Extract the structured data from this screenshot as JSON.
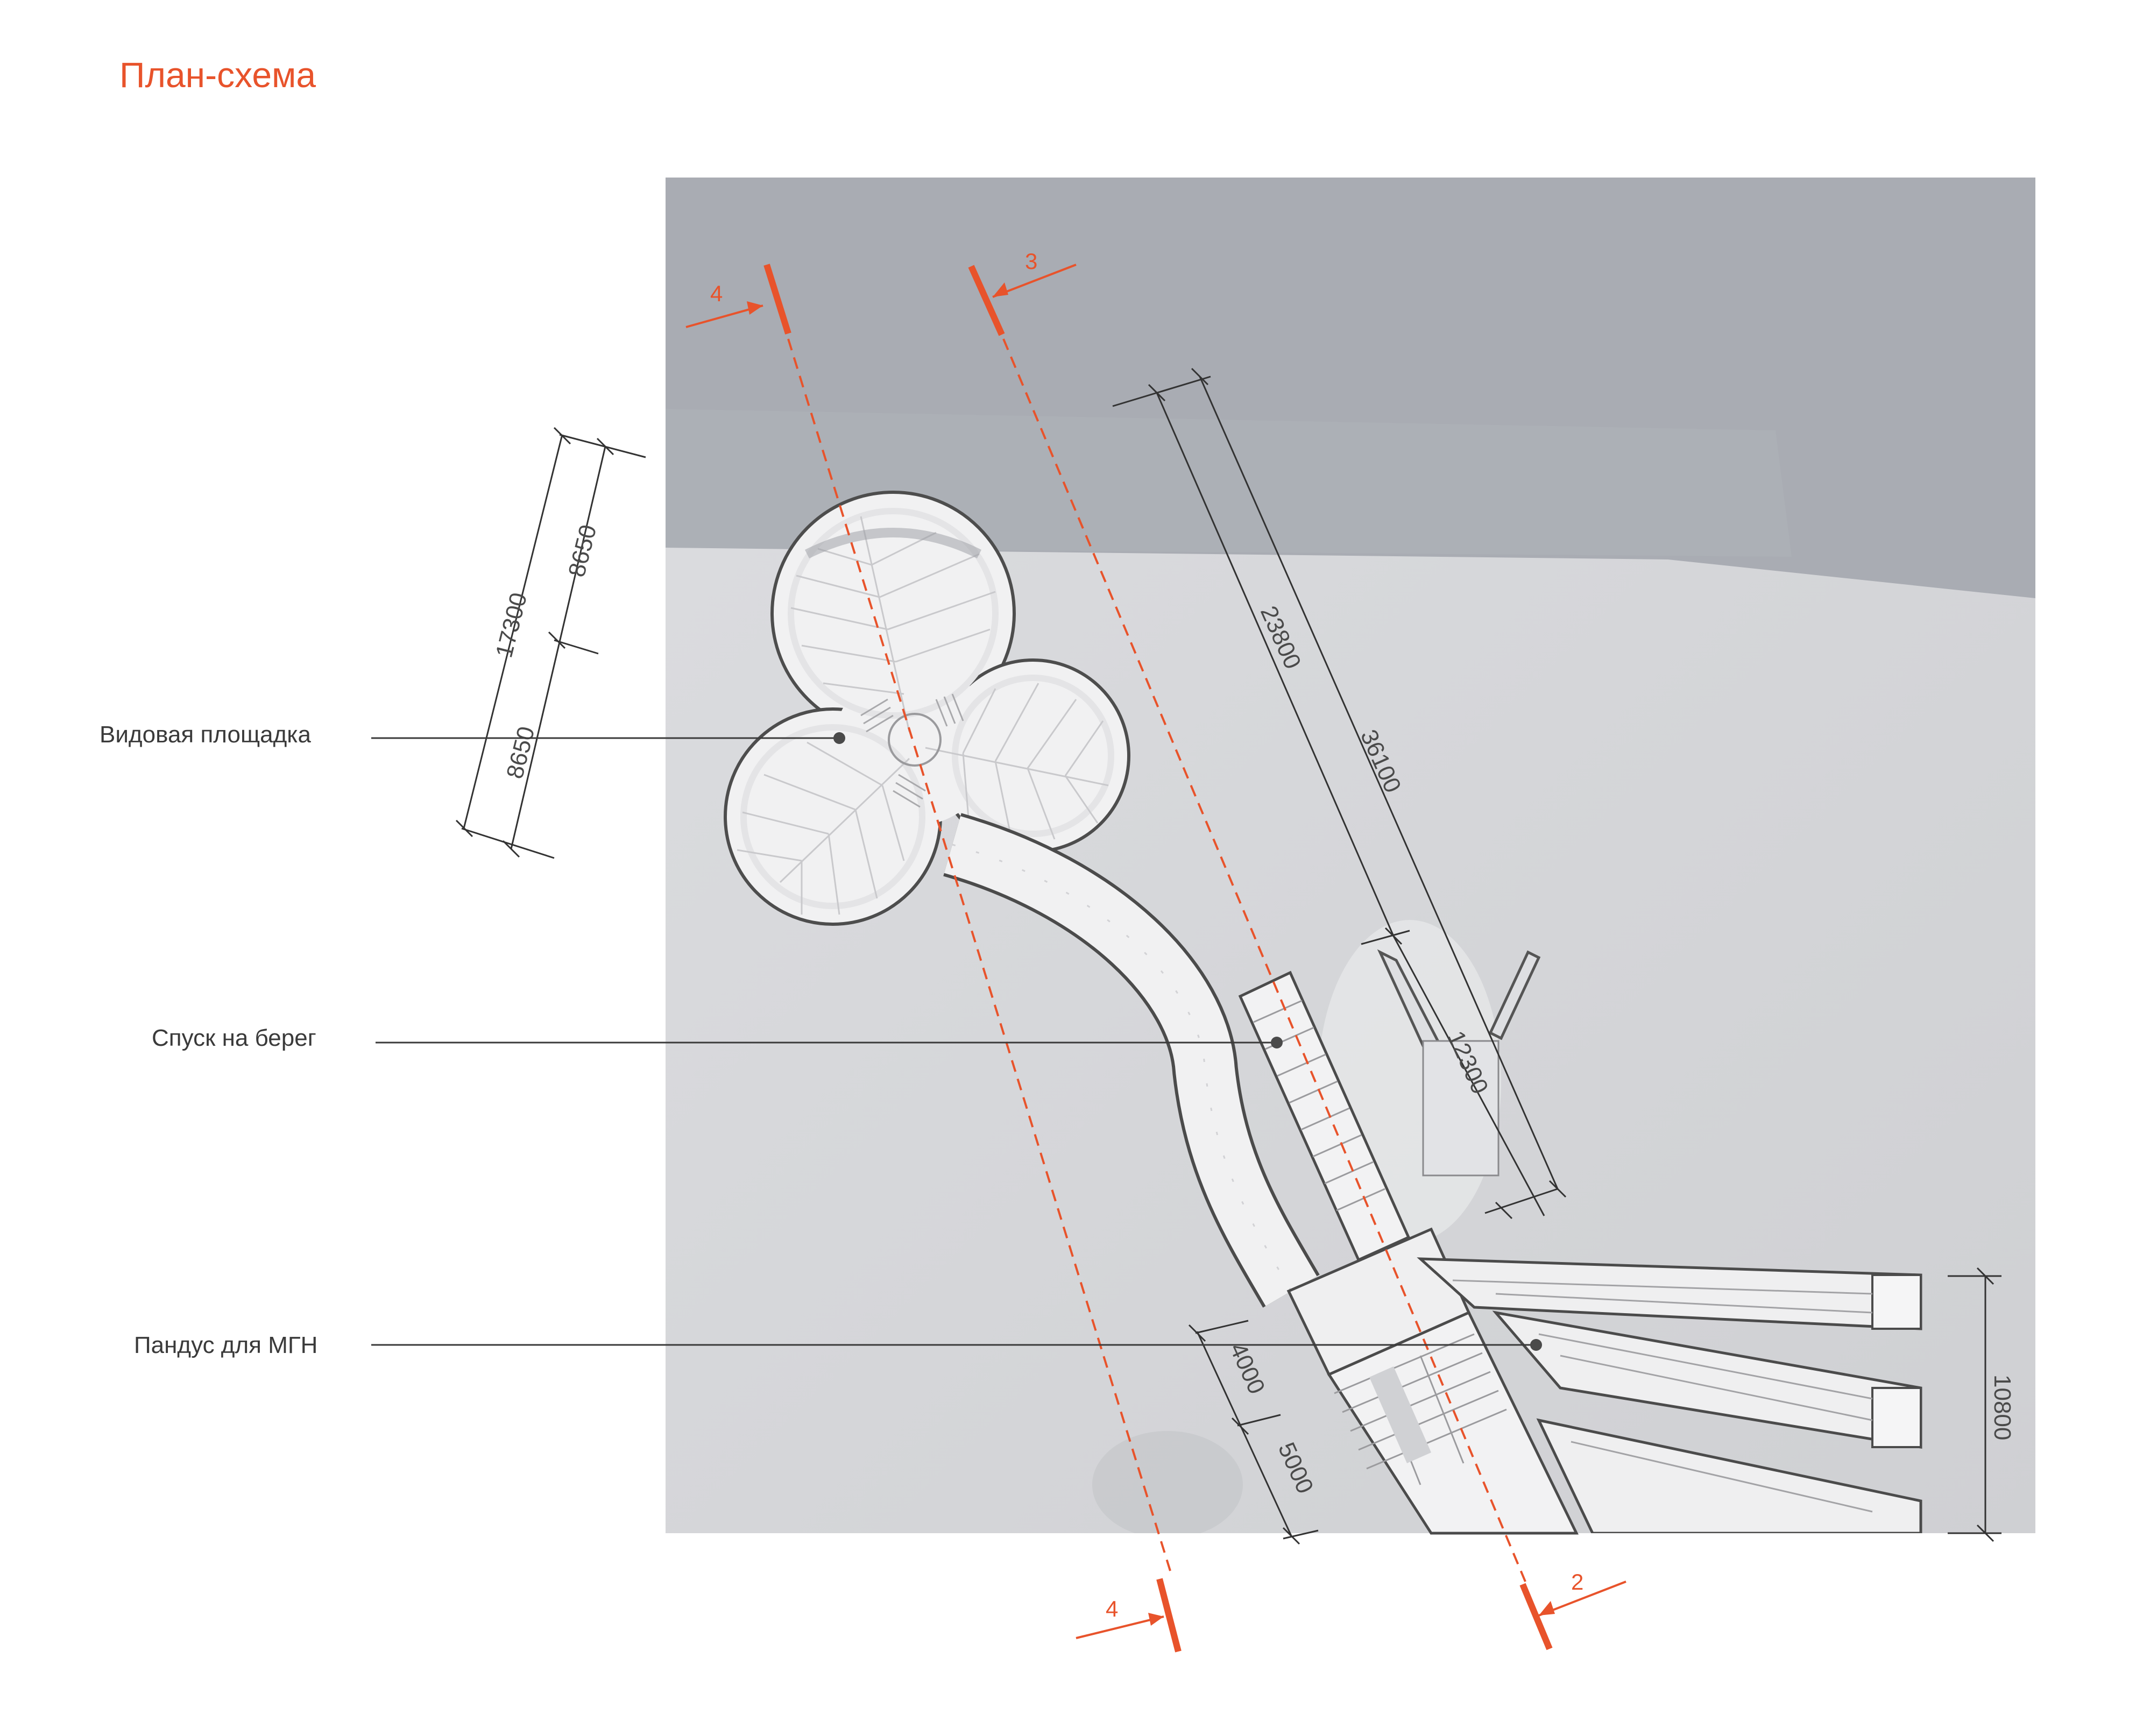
{
  "title": "План-схема",
  "colors": {
    "accent": "#e8532b",
    "water": "#a9acb3",
    "ground": "#d9dadd",
    "structure": "#ececec",
    "line": "#333333"
  },
  "callouts": [
    {
      "id": "viewing-platform",
      "label": "Видовая площадка"
    },
    {
      "id": "descent-to-shore",
      "label": "Спуск на берег"
    },
    {
      "id": "ramp-mgn",
      "label": "Пандус для МГН"
    }
  ],
  "dimensions": {
    "platform_total": "17300",
    "platform_half_top": "8650",
    "platform_half_bottom": "8650",
    "descent_upper": "23800",
    "descent_total": "36100",
    "descent_lower": "12300",
    "ramp_first": "4000",
    "ramp_second": "5000",
    "ramp_width": "10800"
  },
  "sections": {
    "section_4_top": "4",
    "section_3_top": "3",
    "section_4_bottom": "4",
    "section_2_bottom": "2"
  }
}
